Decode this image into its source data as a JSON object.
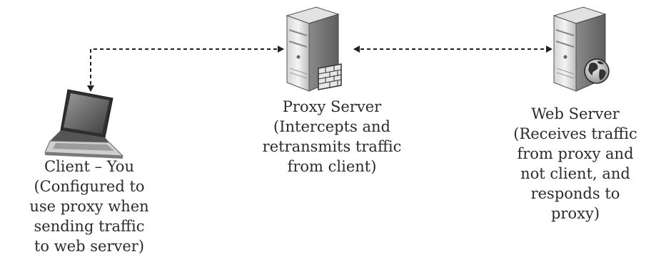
{
  "nodes": {
    "client": {
      "icon": "laptop-icon",
      "caption": [
        "Client – You",
        "(Configured to",
        "use proxy when",
        "sending traffic",
        "to web server)"
      ]
    },
    "proxy": {
      "icon": "server-with-firewall-icon",
      "caption": [
        "Proxy Server",
        "(Intercepts and",
        "retransmits traffic",
        "from client)"
      ]
    },
    "web": {
      "icon": "server-with-globe-icon",
      "caption": [
        "Web Server",
        "(Receives traffic",
        "from proxy and",
        "not client, and",
        "responds to",
        "proxy)"
      ]
    }
  },
  "connections": [
    {
      "from": "client",
      "to": "proxy",
      "style": "dashed",
      "arrows": "both"
    },
    {
      "from": "proxy",
      "to": "web",
      "style": "dashed",
      "arrows": "both"
    }
  ]
}
